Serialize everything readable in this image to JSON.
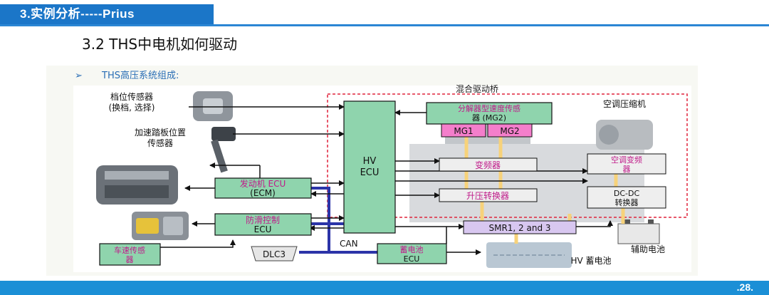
{
  "header": {
    "section_tab": "3.实例分析-----Prius"
  },
  "slide": {
    "title": "3.2  THS中电机如何驱动",
    "page_number": ".28."
  },
  "diagram": {
    "bullet": "➢",
    "heading": "THS高压系统组成:",
    "hybrid_bridge_label": "混合驱动桥",
    "inputs": {
      "shift_sensor": [
        "档位传感器",
        "(换档, 选择)"
      ],
      "accel_sensor": [
        "加速踏板位置",
        "传感器"
      ],
      "ac_compressor": "空调压缩机",
      "aux_battery": "辅助电池",
      "hv_battery": "HV 蓄电池"
    },
    "boxes": {
      "hv_ecu": [
        "HV",
        "ECU"
      ],
      "engine_ecu": [
        "发动机 ECU",
        "(ECM)"
      ],
      "skid_ecu": [
        "防滑控制",
        "ECU"
      ],
      "speed_sensor": [
        "车速传感",
        "器"
      ],
      "battery_ecu": [
        "蓄电池",
        "ECU"
      ],
      "resolver": [
        "分解器型速度传感",
        "器 (MG2)"
      ],
      "mg1": "MG1",
      "mg2": "MG2",
      "inverter": "变频器",
      "boost": "升压转换器",
      "ac_inverter": [
        "空调变频",
        "器"
      ],
      "dcdc": [
        "DC-DC",
        "转换器"
      ],
      "smr": "SMR1, 2 and 3",
      "dlc3": "DLC3",
      "can": "CAN"
    },
    "colors": {
      "box_fill": "#8fd4ad",
      "mg_fill": "#f47ecb",
      "bus": "#2c34a8",
      "power": "#f7d27a",
      "bridge_border": "#e0243c"
    }
  }
}
